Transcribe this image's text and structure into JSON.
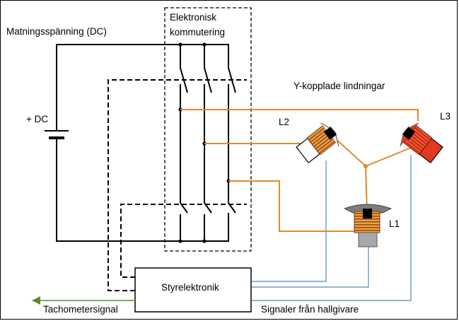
{
  "labels": {
    "supply": "Matningsspänning (DC)",
    "commutation_line1": "Elektronisk",
    "commutation_line2": "kommutering",
    "windings": "Y-kopplade lindningar",
    "dc": "+ DC",
    "controller": "Styrelektronik",
    "tacho": "Tachometersignal",
    "hall": "Signaler från hallgivare",
    "coil_l1": "L1",
    "coil_l2": "L2",
    "coil_l3": "L3"
  },
  "colors": {
    "winding_wire": "#E08A2C",
    "hall_wire": "#6F9CC6",
    "tacho_arrow": "#5C8B2D",
    "coil_copper": "#C0601C",
    "l3_red": "#E23A1E",
    "l1_gray": "#A8A8A8"
  }
}
